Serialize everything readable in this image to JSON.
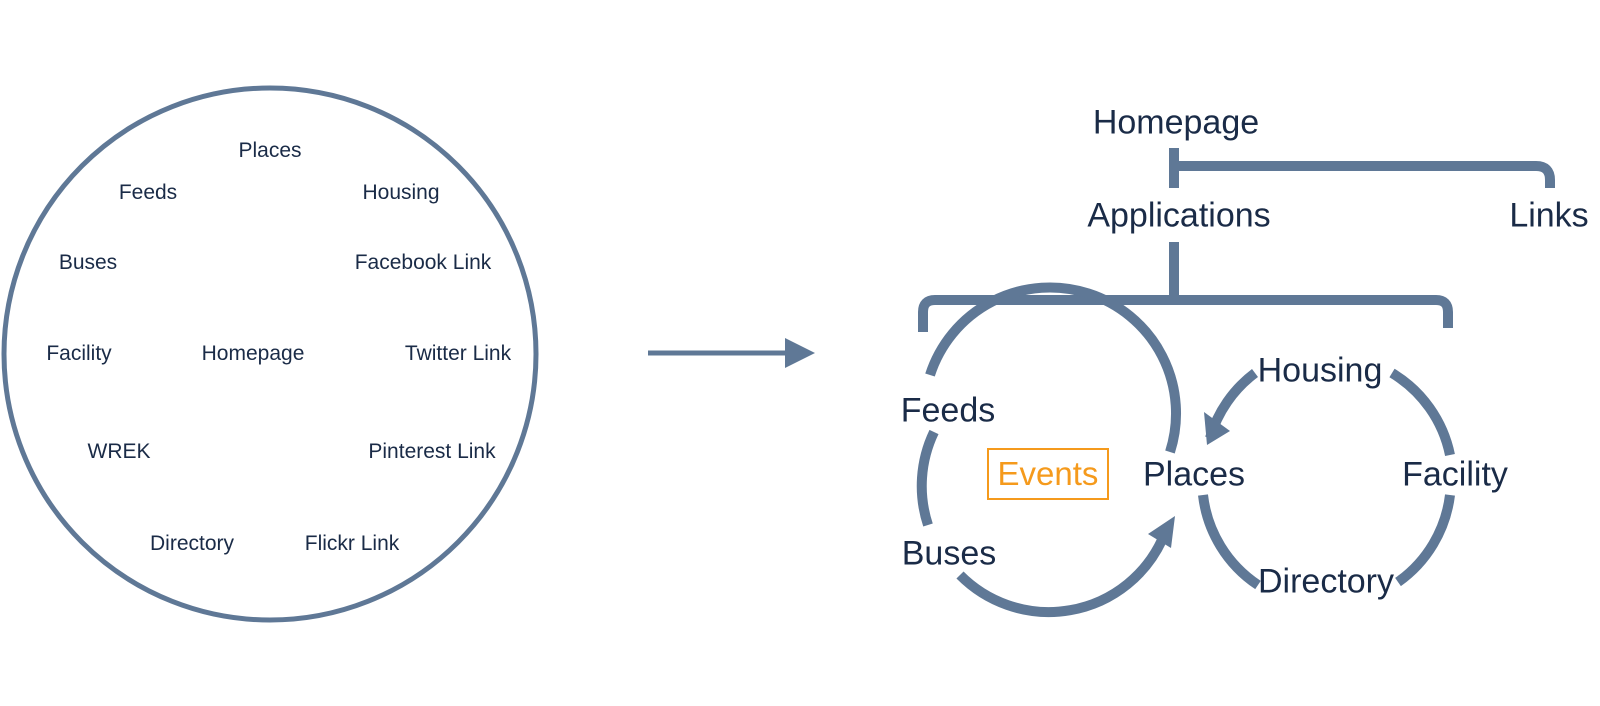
{
  "before": {
    "labels": {
      "places": "Places",
      "feeds": "Feeds",
      "housing": "Housing",
      "buses": "Buses",
      "facebook_link": "Facebook Link",
      "facility": "Facility",
      "homepage": "Homepage",
      "twitter_link": "Twitter Link",
      "wrek": "WREK",
      "pinterest_link": "Pinterest Link",
      "directory": "Directory",
      "flickr_link": "Flickr Link"
    }
  },
  "after": {
    "homepage": "Homepage",
    "applications": "Applications",
    "links": "Links",
    "left_cycle": {
      "feeds": "Feeds",
      "events": "Events",
      "buses": "Buses"
    },
    "places": "Places",
    "right_cycle": {
      "housing": "Housing",
      "facility": "Facility",
      "directory": "Directory"
    }
  },
  "colors": {
    "stroke": "#5f7896",
    "text": "#1a2b47",
    "highlight": "#f59a1c"
  }
}
